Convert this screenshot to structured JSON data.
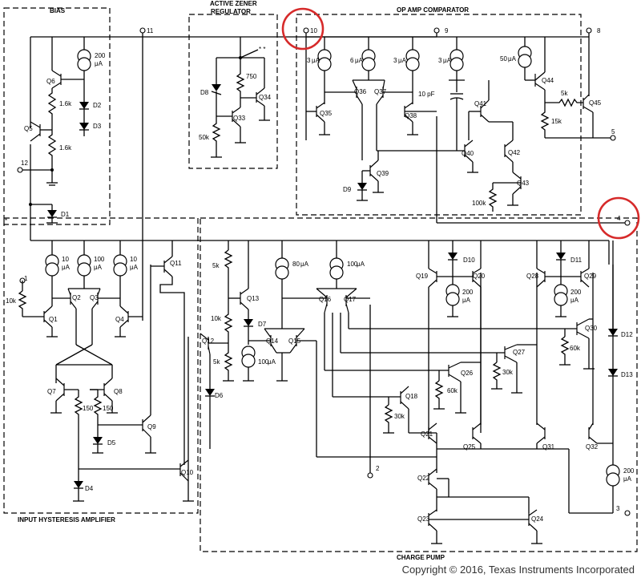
{
  "blocks": {
    "bias": "BIAS",
    "zener": "ACTIVE ZENER",
    "zener2": "REGULATOR",
    "opamp": "OP AMP COMPARATOR",
    "hyst": "INPUT HYSTERESIS AMPLIFIER",
    "pump": "CHARGE PUMP"
  },
  "pins": {
    "p1": "1",
    "p2": "2",
    "p3": "3",
    "p4": "4",
    "p5": "5",
    "p8": "8",
    "p9": "9",
    "p10": "10",
    "p11": "11",
    "p12": "12"
  },
  "transistors": {
    "q1": "Q1",
    "q2": "Q2",
    "q3": "Q3",
    "q4": "Q4",
    "q5": "Q5",
    "q6": "Q6",
    "q7": "Q7",
    "q8": "Q8",
    "q9": "Q9",
    "q10": "Q10",
    "q11": "Q11",
    "q12": "Q12",
    "q13": "Q13",
    "q14": "Q14",
    "q15": "Q15",
    "q16": "Q16",
    "q17": "Q17",
    "q18": "Q18",
    "q19": "Q19",
    "q20": "Q20",
    "q21": "Q21",
    "q22": "Q22",
    "q23": "Q23",
    "q24": "Q24",
    "q25": "Q25",
    "q26": "Q26",
    "q27": "Q27",
    "q28": "Q28",
    "q29": "Q29",
    "q30": "Q30",
    "q31": "Q31",
    "q32": "Q32",
    "q33": "Q33",
    "q34": "Q34",
    "q35": "Q35",
    "q36": "Q36",
    "q37": "Q37",
    "q38": "Q38",
    "q39": "Q39",
    "q40": "Q40",
    "q41": "Q41",
    "q42": "Q42",
    "q43": "Q43",
    "q44": "Q44",
    "q45": "Q45"
  },
  "diodes": {
    "d1": "D1",
    "d2": "D2",
    "d3": "D3",
    "d4": "D4",
    "d5": "D5",
    "d6": "D6",
    "d7": "D7",
    "d8": "D8",
    "d9": "D9",
    "d10": "D10",
    "d11": "D11",
    "d12": "D12",
    "d13": "D13"
  },
  "resistors": {
    "r_1k6a": "1.6k",
    "r_1k6b": "1.6k",
    "r_10k_in": "10k",
    "r_150a": "150",
    "r_150b": "150",
    "r_750": "750",
    "r_50k": "50k",
    "r_5k_a": "5k",
    "r_10k_mid": "10k",
    "r_5k_b": "5k",
    "r_30k_18": "30k",
    "r_60k_26": "60k",
    "r_30k_27": "30k",
    "r_60k_30": "60k",
    "r_100k": "100k",
    "r_5k_44": "5k",
    "r_15k": "15k"
  },
  "sources": {
    "s200_bias": "200",
    "s10a": "10",
    "s100": "100",
    "s10b": "10",
    "s80": "80",
    "s100_13": "100",
    "s100_16": "100",
    "s200_19": "200",
    "s200_28": "200",
    "s200_32": "200",
    "s3a": "3",
    "s6": "6",
    "s3b": "3",
    "s3c": "3",
    "s50": "50",
    "unit_a": "μA",
    "unit_ua": "μA"
  },
  "misc": {
    "cap": "10 pF",
    "star": "*",
    "dstar": "* *"
  },
  "copyright": "Copyright © 2016, Texas Instruments Incorporated",
  "highlight_color": "#d62a2a"
}
